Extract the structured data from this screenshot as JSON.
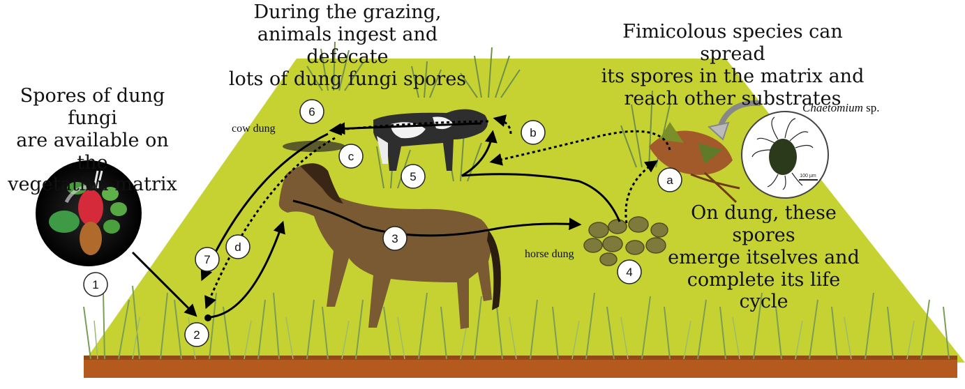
{
  "texts": {
    "grazing": "During the grazing,\nanimals ingest and defecate\nlots of dung fungi spores",
    "fimicolous": "Fimicolous species can spread\nits spores in the matrix and\nreach other substrates",
    "spores_available": "Spores of dung fungi\nare available on the\nvegetation matrix",
    "on_dung": "On dung, these spores\nemerge itselves and\ncomplete its life cycle",
    "cow_dung": "cow dung",
    "horse_dung": "horse dung",
    "species_name": "Chaetomium",
    "species_suffix": " sp.",
    "scale_bar": "100 µm"
  },
  "steps": {
    "s1": "1",
    "s2": "2",
    "s3": "3",
    "s4": "4",
    "s5": "5",
    "s6": "6",
    "s7": "7",
    "a": "a",
    "b": "b",
    "c": "c",
    "d": "d"
  },
  "colors": {
    "matrix": "#c6d232",
    "soil": "#b45a1e",
    "grass": "#6f8f4a",
    "horse": "#7a5a32",
    "dung": "#7e7a3c"
  }
}
